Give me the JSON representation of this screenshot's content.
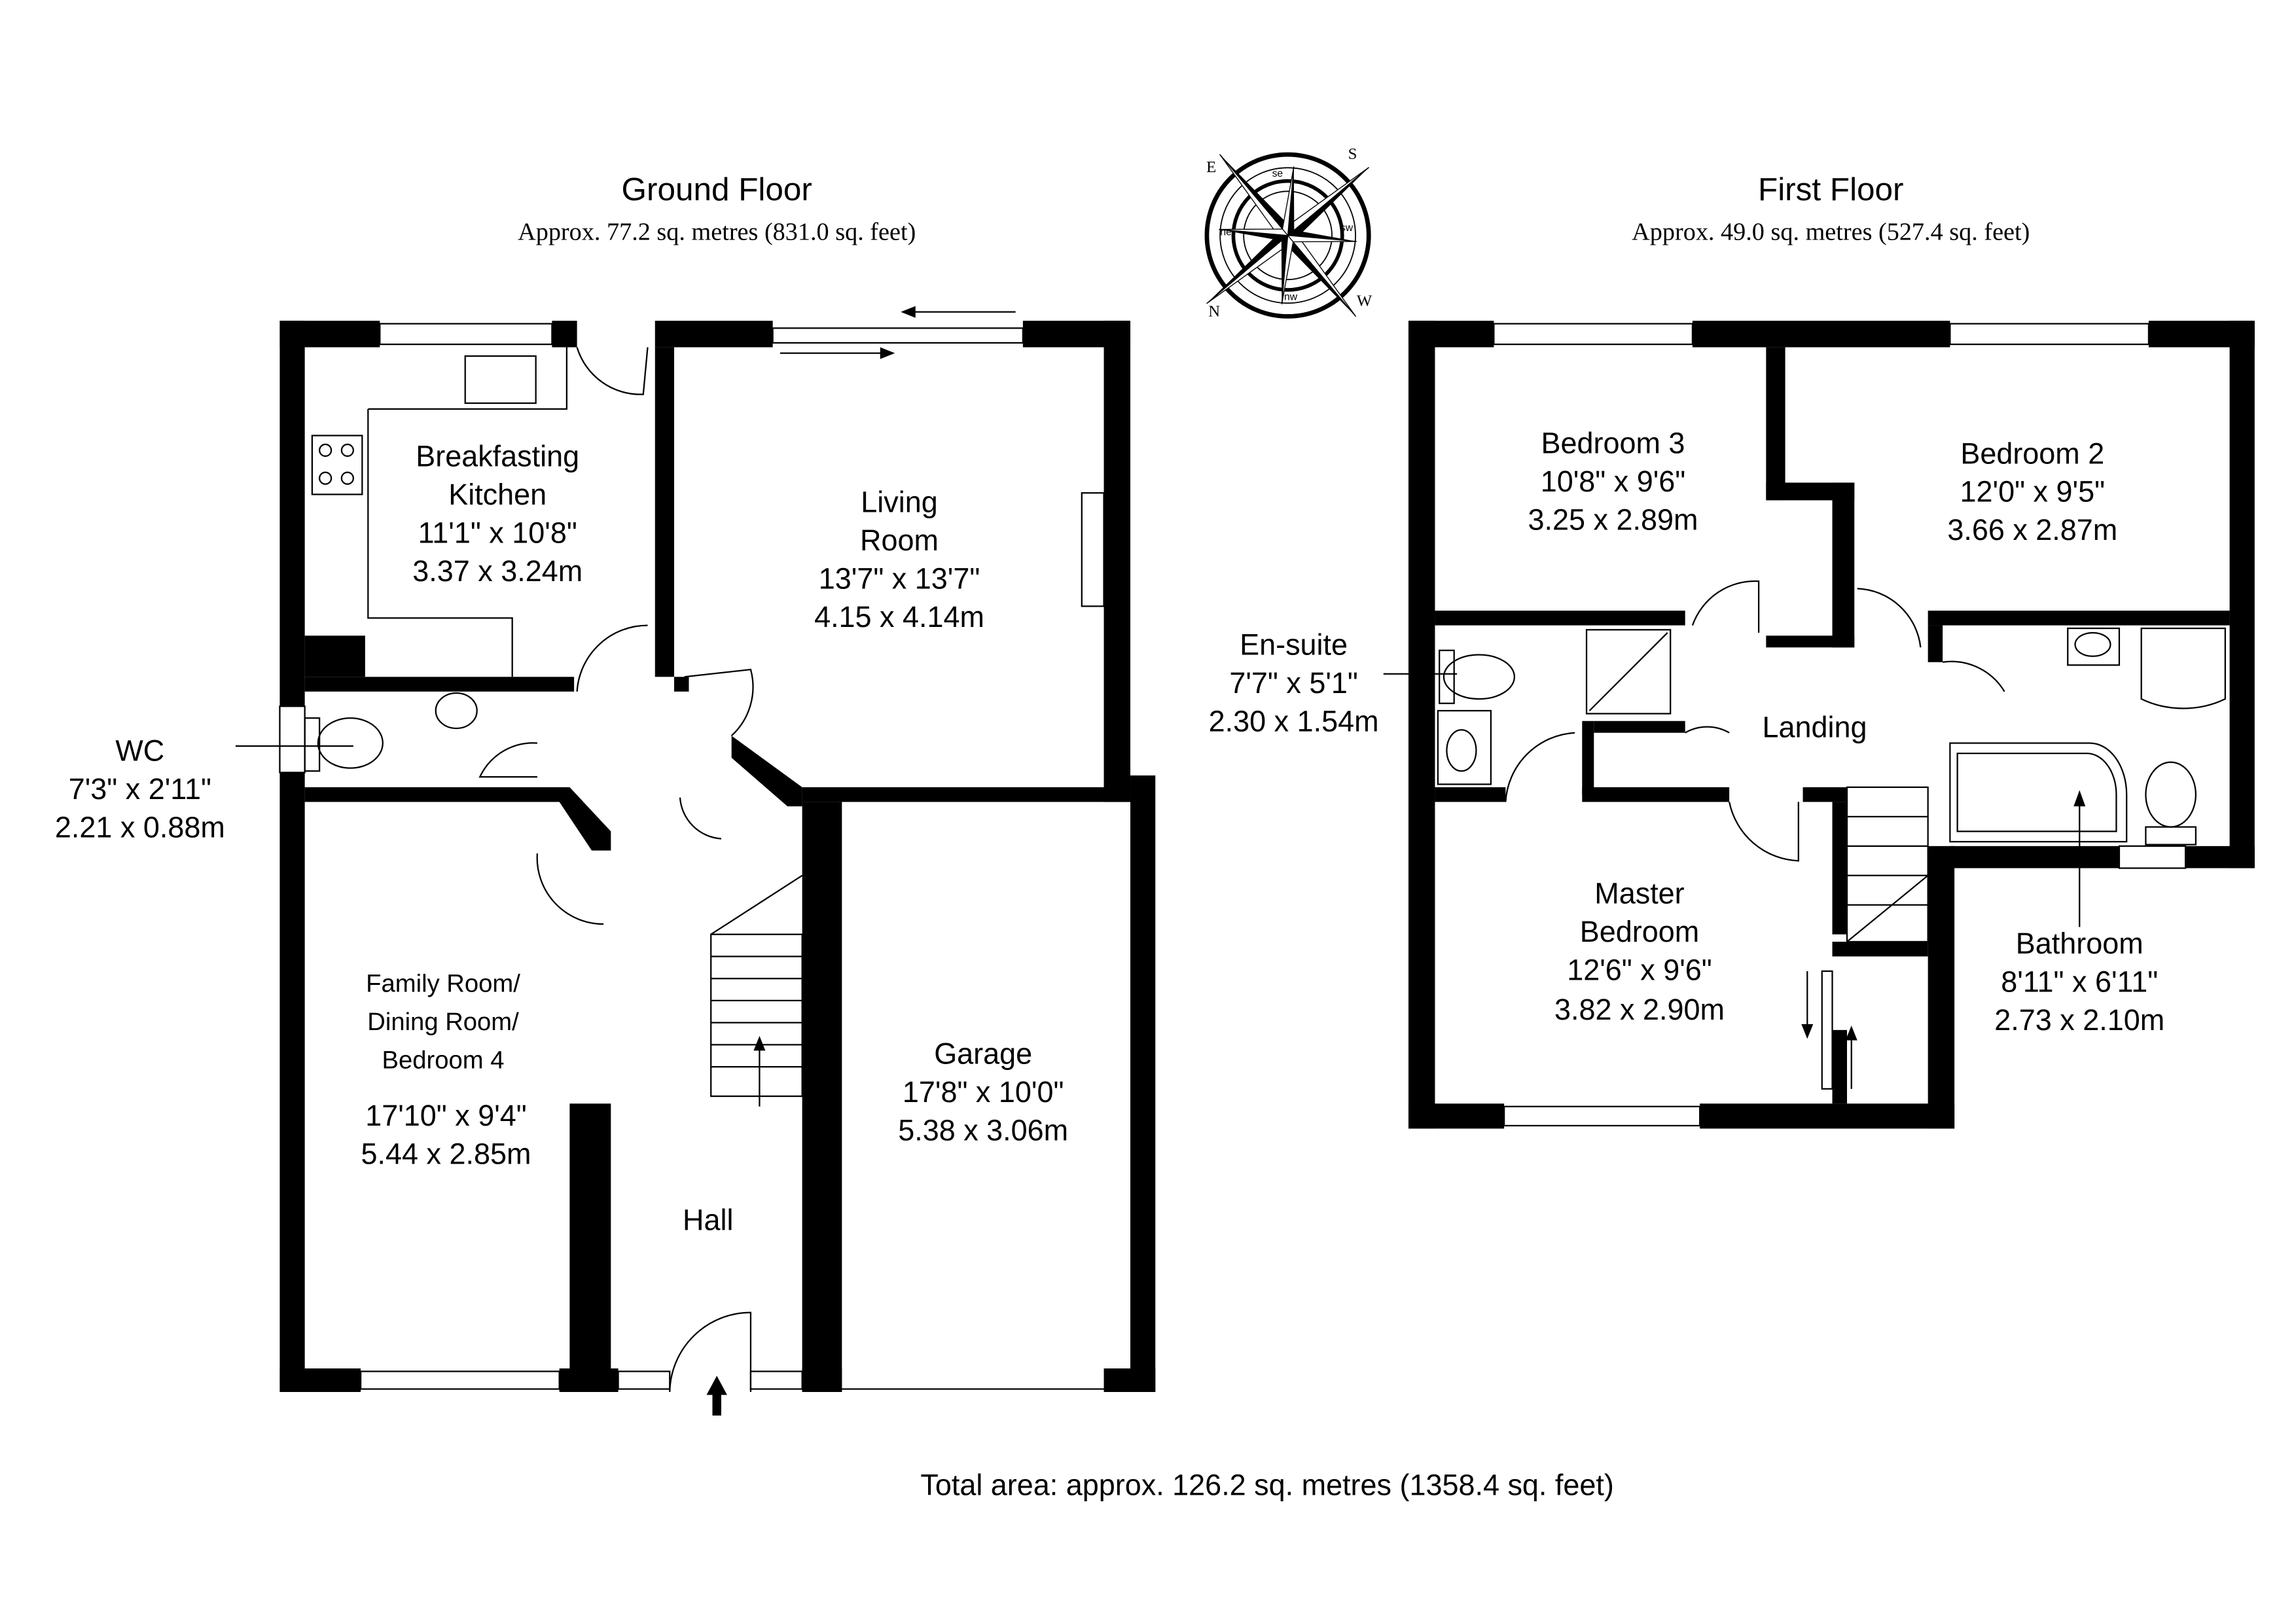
{
  "ground_floor": {
    "title": "Ground Floor",
    "area": "Approx. 77.2 sq. metres (831.0 sq. feet)",
    "rooms": {
      "kitchen": [
        "Breakfasting",
        "Kitchen",
        "11'1\" x 10'8\"",
        "3.37 x 3.24m"
      ],
      "living": [
        "Living",
        "Room",
        "13'7\" x 13'7\"",
        "4.15 x 4.14m"
      ],
      "wc": [
        "WC",
        "7'3\" x 2'11\"",
        "2.21 x 0.88m"
      ],
      "family": [
        "Family Room/",
        "Dining Room/",
        "Bedroom 4",
        "17'10\" x 9'4\"",
        "5.44 x 2.85m"
      ],
      "garage": [
        "Garage",
        "17'8\" x 10'0\"",
        "5.38 x 3.06m"
      ],
      "hall": [
        "Hall"
      ]
    }
  },
  "first_floor": {
    "title": "First Floor",
    "area": "Approx. 49.0 sq. metres (527.4 sq. feet)",
    "rooms": {
      "bedroom3": [
        "Bedroom 3",
        "10'8\" x 9'6\"",
        "3.25 x 2.89m"
      ],
      "bedroom2": [
        "Bedroom 2",
        "12'0\" x 9'5\"",
        "3.66 x 2.87m"
      ],
      "ensuite": [
        "En-suite",
        "7'7\" x 5'1\"",
        "2.30 x 1.54m"
      ],
      "landing": [
        "Landing"
      ],
      "master": [
        "Master",
        "Bedroom",
        "12'6\" x 9'6\"",
        "3.82 x 2.90m"
      ],
      "bathroom": [
        "Bathroom",
        "8'11\" x 6'11\"",
        "2.73 x 2.10m"
      ]
    }
  },
  "compass": {
    "n": "N",
    "s": "S",
    "e": "E",
    "w": "W",
    "ne": "ne",
    "se": "se",
    "sw": "sw",
    "nw": "nw"
  },
  "total_area": "Total area: approx. 126.2 sq. metres (1358.4 sq. feet)"
}
